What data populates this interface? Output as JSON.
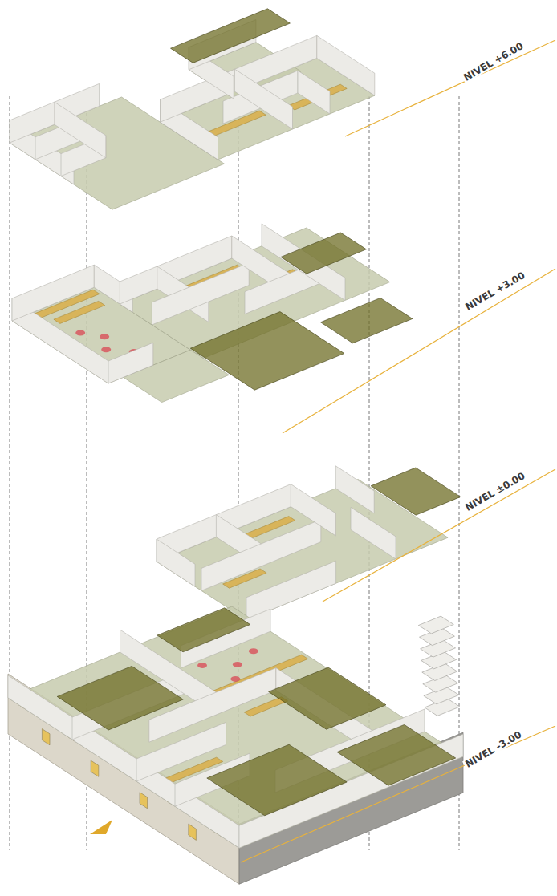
{
  "diagram": {
    "labels": [
      "NIVEL +6.00",
      "NIVEL +3.00",
      "NIVEL ±0.00",
      "NIVEL -3.00"
    ]
  }
}
